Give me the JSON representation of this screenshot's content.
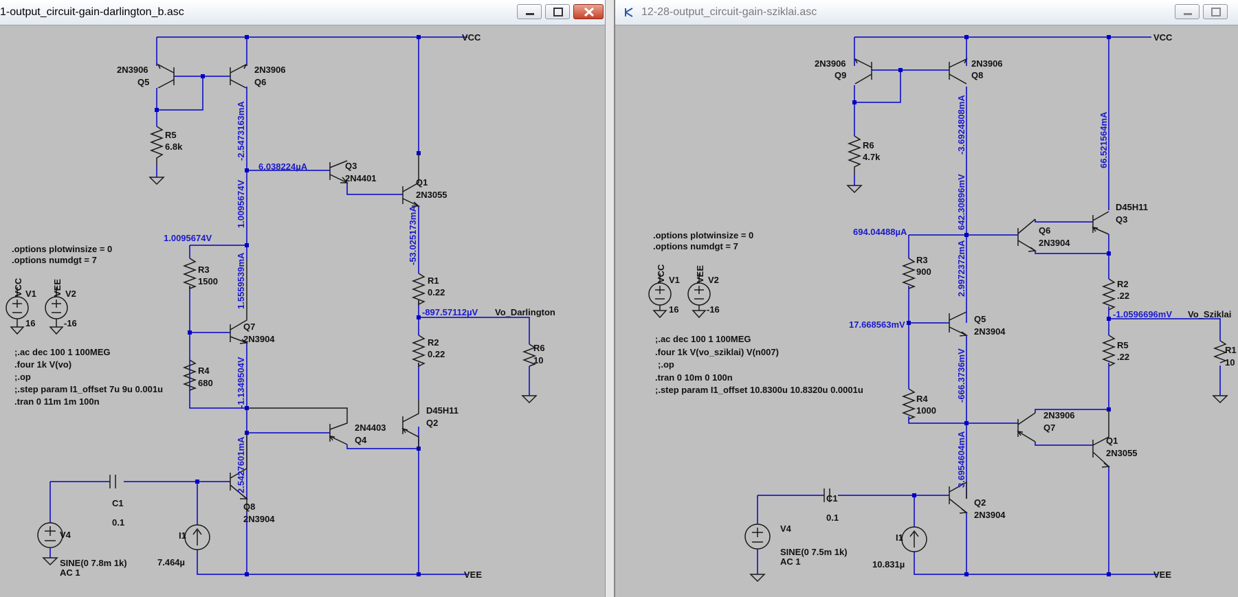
{
  "left": {
    "title": "1-output_circuit-gain-darlington_b.asc",
    "labels": {
      "vcc": "VCC",
      "vee": "VEE",
      "q5_type": "2N3906",
      "q5": "Q5",
      "q6_type": "2N3906",
      "q6": "Q6",
      "r5": "R5",
      "r5_val": "6.8k",
      "q3": "Q3",
      "q3_type": "2N4401",
      "q1": "Q1",
      "q1_type": "2N3055",
      "r3": "R3",
      "r3_val": "1500",
      "r4": "R4",
      "r4_val": "680",
      "q7": "Q7",
      "q7_type": "2N3904",
      "r1": "R1",
      "r1_val": "0.22",
      "r2": "R2",
      "r2_val": "0.22",
      "r6": "R6",
      "r6_val": "10",
      "vo": "Vo_Darlington",
      "q2_type": "D45H11",
      "q2": "Q2",
      "q4_type": "2N4403",
      "q4": "Q4",
      "q8": "Q8",
      "q8_type": "2N3904",
      "c1": "C1",
      "c1_val": "0.1",
      "v4": "V4",
      "v4_val": "SINE(0 7.8m 1k)",
      "v4_ac": "AC 1",
      "i1": "I1",
      "i1_val": "7.464µ",
      "v1": "V1",
      "v1_name": "VCC",
      "v1_val": "16",
      "v2": "V2",
      "v2_name": "VEE",
      "v2_val": "-16"
    },
    "values": {
      "q6_ic": "-2.5473163mA",
      "q3_ib": "6.038224µA",
      "vbias": "1.0095674V",
      "vbias_node": "1.0095674V",
      "r3_i": "1.5559539mA",
      "q7_v": "-1.1349504V",
      "q1_ie": "-53.025173mA",
      "vo": "-897.57112µV",
      "q8_ic": "2.5427601mA"
    },
    "directives": [
      ".options plotwinsize = 0",
      ".options numdgt = 7",
      ";.ac dec 100 1 100MEG",
      ".four 1k V(vo)",
      ";.op",
      ";.step param I1_offset 7u 9u 0.001u",
      ".tran 0 11m 1m 100n"
    ]
  },
  "right": {
    "title": "12-28-output_circuit-gain-sziklai.asc",
    "labels": {
      "vcc": "VCC",
      "vee": "VEE",
      "q9_type": "2N3906",
      "q9": "Q9",
      "q8_type": "2N3906",
      "q8": "Q8",
      "r6": "R6",
      "r6_val": "4.7k",
      "q3_type": "D45H11",
      "q3": "Q3",
      "q6": "Q6",
      "q6_type": "2N3904",
      "r3": "R3",
      "r3_val": "900",
      "q5": "Q5",
      "q5_type": "2N3904",
      "r4": "R4",
      "r4_val": "1000",
      "r2": "R2",
      "r2_val": ".22",
      "r5": "R5",
      "r5_val": ".22",
      "r1": "R1",
      "r1_val": "10",
      "vo": "Vo_Sziklai",
      "q7_type": "2N3906",
      "q7": "Q7",
      "q1": "Q1",
      "q1_type": "2N3055",
      "q2": "Q2",
      "q2_type": "2N3904",
      "c1": "C1",
      "c1_val": "0.1",
      "v4": "V4",
      "v4_val": "SINE(0 7.5m 1k)",
      "v4_ac": "AC 1",
      "i1": "I1",
      "i1_val": "10.831µ",
      "v1": "V1",
      "v1_name": "VCC",
      "v1_val": "16",
      "v2": "V2",
      "v2_name": "VEE",
      "v2_val": "-16"
    },
    "values": {
      "q8_ic": "-3.6924808mA",
      "q3_ic": "66.521564mA",
      "q6_node_v": "642.30896mV",
      "q6_ib": "694.04488µA",
      "r3_i": "2.9972372mA",
      "q5_v": "17.668563mV",
      "q5_e": "-666.3736mV",
      "vo": "-1.0596696mV",
      "q2_ic": "3.6954604mA"
    },
    "directives": [
      ".options plotwinsize = 0",
      ".options numdgt = 7",
      ";.ac dec 100 1 100MEG",
      ".four 1k V(vo_sziklai) V(n007)",
      ";.op",
      ".tran 0 10m 0 100n",
      ";.step param I1_offset 10.8300u 10.8320u 0.0001u"
    ]
  },
  "colors": {
    "wire": "#0000c8",
    "component": "#1a1a1a",
    "background": "#bfbfbf",
    "annotation": "#1a1acc"
  }
}
